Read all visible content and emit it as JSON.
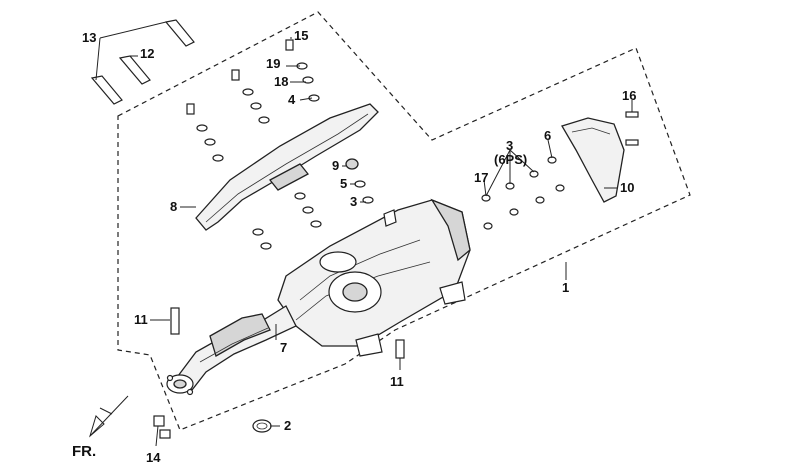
{
  "labels": {
    "l1": "1",
    "l2": "2",
    "l3a": "3",
    "l3b": "3",
    "l3b_note": "(6PS)",
    "l4": "4",
    "l5": "5",
    "l6": "6",
    "l7": "7",
    "l8": "8",
    "l9": "9",
    "l10": "10",
    "l11a": "11",
    "l11b": "11",
    "l12": "12",
    "l13": "13",
    "l14": "14",
    "l15": "15",
    "l16": "16",
    "l17": "17",
    "l18": "18",
    "l19": "19",
    "fr": "FR."
  },
  "icons": {
    "direction": "front-direction-arrow-icon"
  }
}
